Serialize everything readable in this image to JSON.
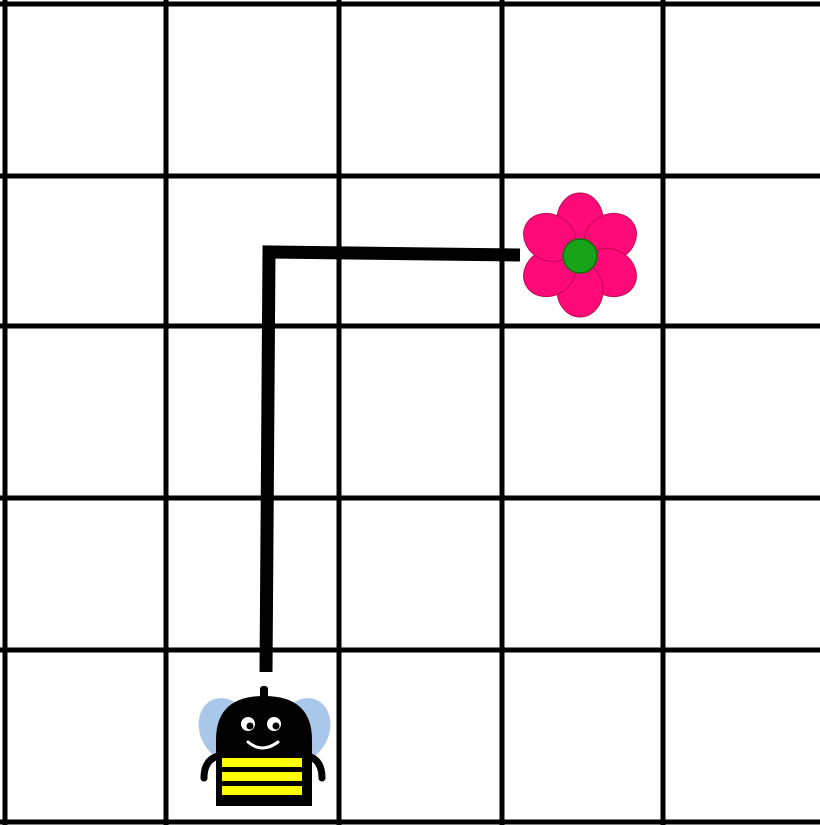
{
  "grid": {
    "rows": 5,
    "columns": 5,
    "line_color": "#000000",
    "background": "#ffffff"
  },
  "bee": {
    "icon": "bee-robot-icon",
    "cell": {
      "row": 5,
      "column": 2
    },
    "colors": {
      "body": "#000000",
      "stripes": "#ffff00",
      "wings": "#a9c7e8",
      "face": "#ffffff"
    }
  },
  "flower": {
    "icon": "flower-icon",
    "cell": {
      "row": 2,
      "column": 4
    },
    "colors": {
      "petals": "#ff0a78",
      "center": "#18a418"
    }
  },
  "path": {
    "color": "#000000",
    "moves": [
      {
        "direction": "up",
        "cells": 3
      },
      {
        "direction": "right",
        "cells": 2
      }
    ]
  }
}
